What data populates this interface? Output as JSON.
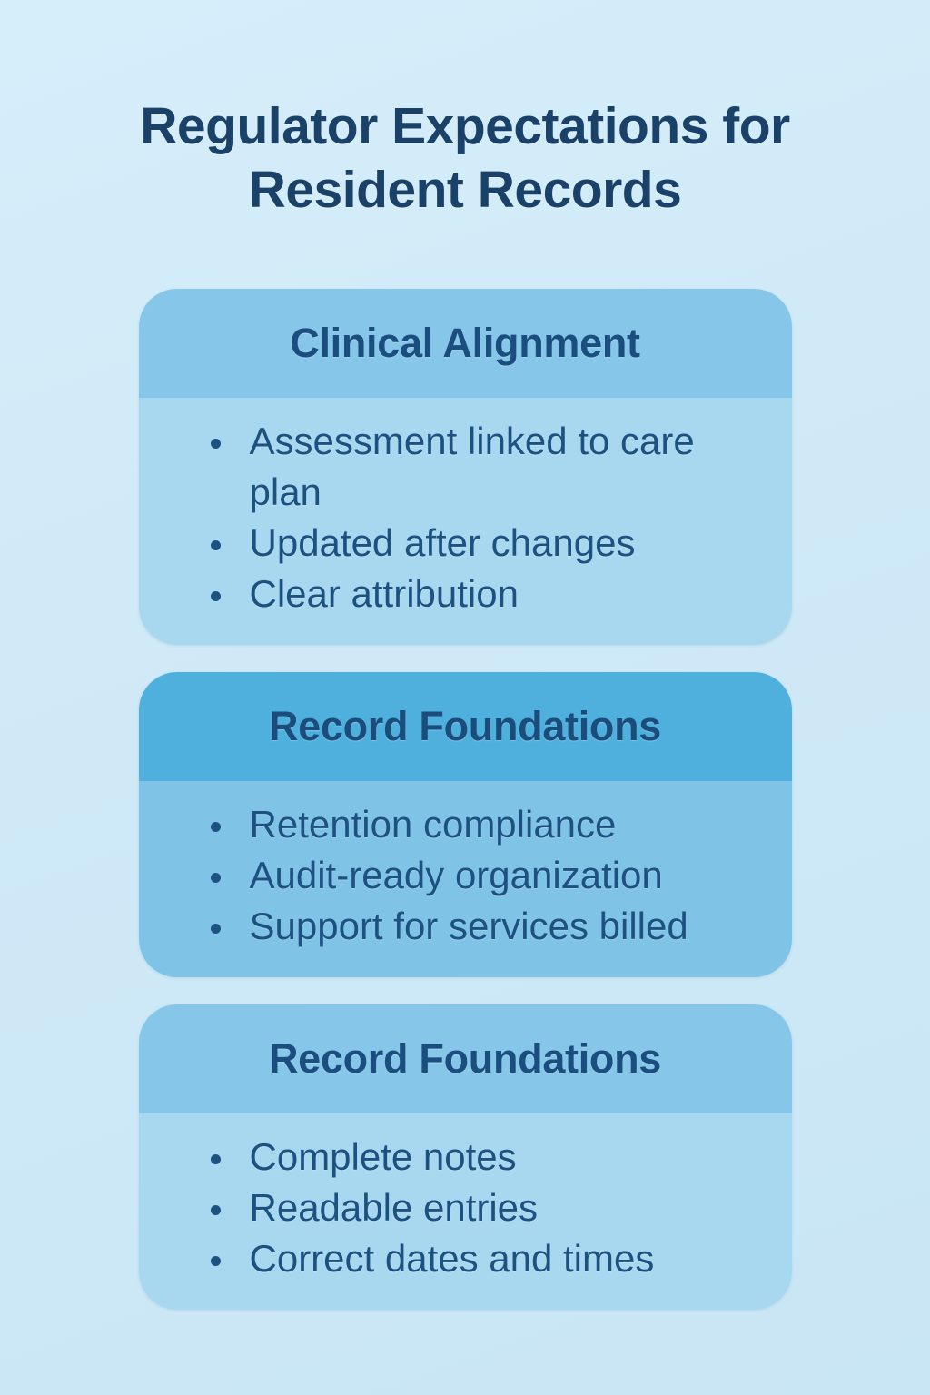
{
  "page": {
    "title": "Regulator Expectations for Resident Records"
  },
  "colors": {
    "background": "#cfe9f7",
    "card_header_light": "#86c6e8",
    "card_body_light": "#a8d8ef",
    "card_header_dark": "#4fb0dd",
    "card_body_dark": "#7fc3e6",
    "title_text": "#1a4168",
    "heading_text": "#1a4e7e",
    "bullet_text": "#1d5181"
  },
  "cards": [
    {
      "heading": "Clinical Alignment",
      "variant": "light",
      "bullets": [
        "Assessment linked to care plan",
        "Updated after changes",
        "Clear attribution"
      ]
    },
    {
      "heading": "Record Foundations",
      "variant": "dark",
      "bullets": [
        "Retention compliance",
        "Audit-ready organization",
        "Support for services billed"
      ]
    },
    {
      "heading": "Record Foundations",
      "variant": "light",
      "bullets": [
        "Complete notes",
        "Readable entries",
        "Correct dates and times"
      ]
    }
  ]
}
